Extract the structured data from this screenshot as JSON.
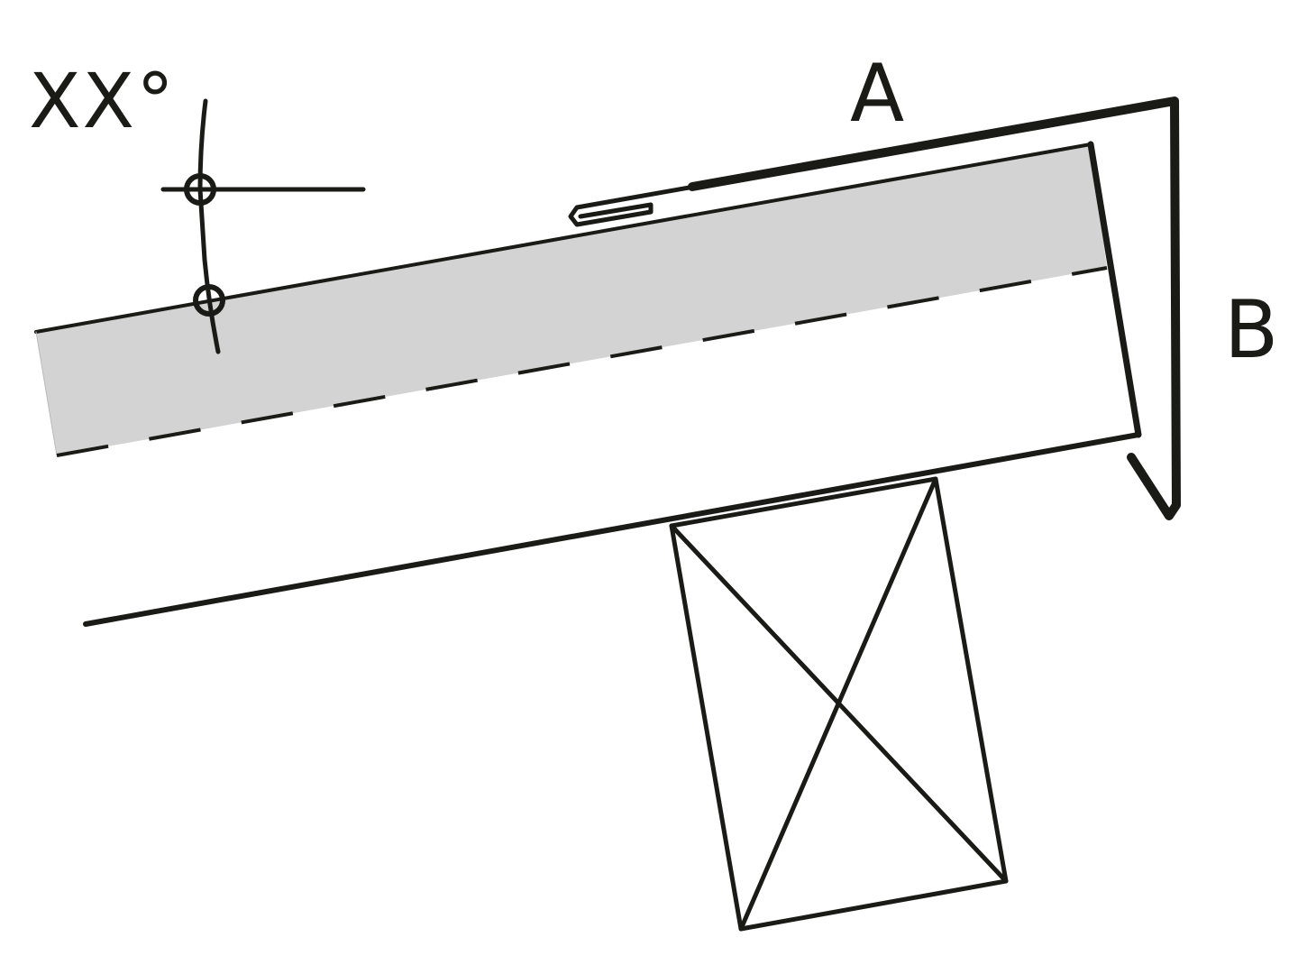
{
  "labels": {
    "angle": "XX°",
    "a": "A",
    "b": "B"
  },
  "colors": {
    "line": "#1a1a17",
    "board_fill": "#d3d3d3",
    "background": "#ffffff"
  }
}
